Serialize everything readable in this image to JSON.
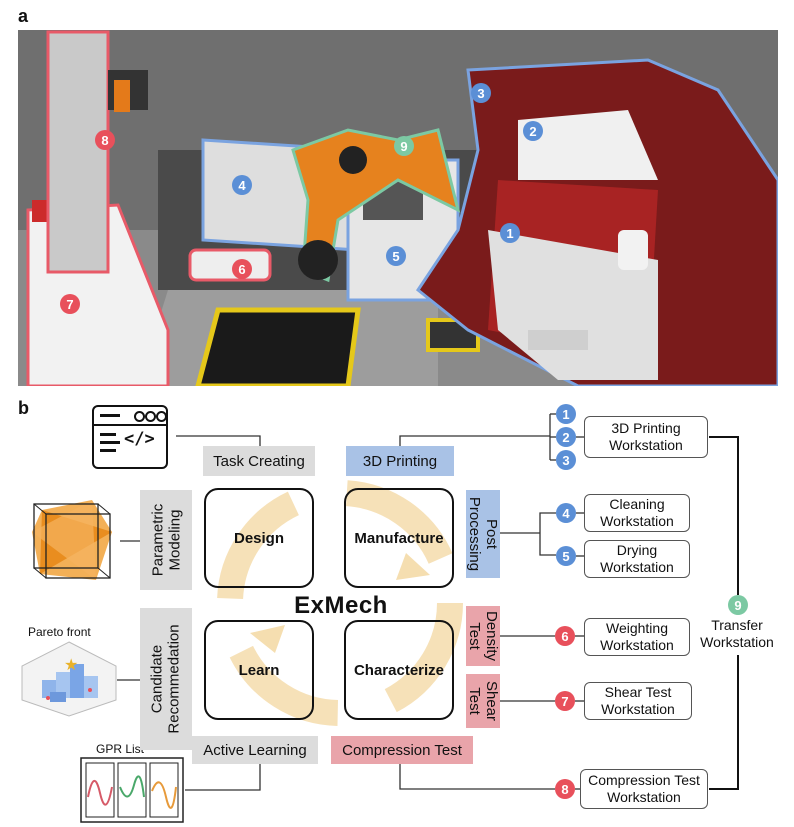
{
  "panels": {
    "a": "a",
    "b": "b"
  },
  "photo_markers": [
    {
      "n": "1",
      "color": "#5b8fd6"
    },
    {
      "n": "2",
      "color": "#5b8fd6"
    },
    {
      "n": "3",
      "color": "#5b8fd6"
    },
    {
      "n": "4",
      "color": "#5b8fd6"
    },
    {
      "n": "5",
      "color": "#5b8fd6"
    },
    {
      "n": "6",
      "color": "#e8505b"
    },
    {
      "n": "7",
      "color": "#e8505b"
    },
    {
      "n": "8",
      "color": "#e8505b"
    },
    {
      "n": "9",
      "color": "#7cc9a3"
    }
  ],
  "center_title": "ExMech",
  "loop": {
    "design": "Design",
    "manufacture": "Manufacture",
    "learn": "Learn",
    "characterize": "Characterize"
  },
  "tags": {
    "task_creating": "Task Creating",
    "printing_3d": "3D Printing",
    "parametric_modeling": "Parametric Modeling",
    "post_processing": "Post Processing",
    "candidate_recommendation": "Candidate Recommedation",
    "density_test": "Density Test",
    "shear_test": "Shear Test",
    "active_learning": "Active Learning",
    "compression_test": "Compression Test"
  },
  "side_labels": {
    "pareto_front": "Pareto front",
    "gpr_list": "GPR List"
  },
  "workstations": {
    "printing": "3D Printing Workstation",
    "cleaning": "Cleaning Workstation",
    "drying": "Drying Workstation",
    "weighting": "Weighting Workstation",
    "shear": "Shear Test Workstation",
    "compression": "Compression Test Workstation",
    "transfer": "Transfer Workstation"
  },
  "numbers": {
    "n1": "1",
    "n2": "2",
    "n3": "3",
    "n4": "4",
    "n5": "5",
    "n6": "6",
    "n7": "7",
    "n8": "8",
    "n9": "9"
  },
  "colors": {
    "blue": "#5b8fd6",
    "pink": "#e8505b",
    "green": "#7cc9a3",
    "orange_arrow": "#f3d9a8"
  }
}
